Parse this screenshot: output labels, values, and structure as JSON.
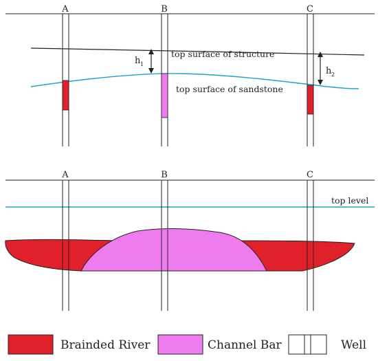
{
  "top_panel": {
    "wells": [
      {
        "label": "A"
      },
      {
        "label": "B"
      },
      {
        "label": "C"
      }
    ],
    "structure_label": "top surface of structure",
    "sandstone_label": "top surface of sandstone",
    "h1_label": "h",
    "h1_sub": "1",
    "h2_label": "h",
    "h2_sub": "2"
  },
  "bottom_panel": {
    "wells": [
      {
        "label": "A"
      },
      {
        "label": "B"
      },
      {
        "label": "C"
      }
    ],
    "top_level_label": "top level"
  },
  "legend": {
    "braided_river": "Brainded River",
    "channel_bar": "Channel Bar",
    "well": "Well"
  },
  "colors": {
    "braided_river": "#e0212b",
    "channel_bar": "#ef7cef",
    "water_line": "#1aa3c8",
    "line": "#222222"
  }
}
